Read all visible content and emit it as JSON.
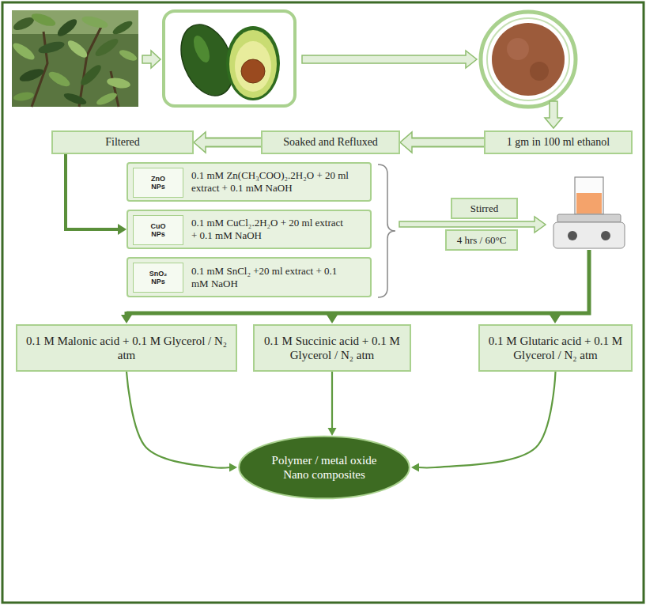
{
  "diagram": {
    "nodes": [
      {
        "text": [
          "1 gm in 100 ml ethanol"
        ]
      },
      {
        "text": [
          "Soaked and Refluxed"
        ]
      },
      {
        "text": [
          "Filtered"
        ]
      },
      {
        "text": [
          "0.1 mM Zn(CH₃COO)₂.2H₂O + 20 ml extract + 0.1 mM NaOH"
        ]
      },
      {
        "text": [
          "ZnO NPs"
        ],
        "in": 3
      },
      {
        "text": [
          "0.1 mM CuCl₂.2H₂O + 20 ml extract + 0.1 mM NaOH"
        ]
      },
      {
        "text": [
          "CuO NPs"
        ],
        "in": 5
      },
      {
        "text": [
          "0.1 mM SnCl₂ +20 ml extract + 0.1 mM NaOH"
        ]
      },
      {
        "text": [
          "SnO₂ NPs"
        ],
        "in": 7
      },
      {
        "text": [
          "Stirred"
        ]
      },
      {
        "text": [
          "4 hrs / 60°C"
        ]
      },
      {
        "text": [
          "0.1 M Malonic acid + 0.1 M Glycerol / N₂ atm"
        ]
      },
      {
        "text": [
          "0.1 M Succinic acid + 0.1 M Glycerol / N₂ atm"
        ]
      },
      {
        "text": [
          "0.1 M Glutaric acid + 0.1 M Glycerol / N₂ atm"
        ]
      },
      {
        "text": [
          "Polymer / metal oxide Nano composites"
        ]
      }
    ],
    "edges": [
      {
        "from": 0,
        "to": 1,
        "arrow": "to"
      },
      {
        "from": 1,
        "to": 2,
        "arrow": "to"
      },
      {
        "from": 2,
        "to": 5,
        "arrow": "to"
      },
      {
        "from": 11,
        "to": 14,
        "arrow": "to"
      },
      {
        "from": 12,
        "to": 14,
        "arrow": "to"
      },
      {
        "from": 13,
        "to": 14,
        "arrow": "to"
      }
    ]
  }
}
